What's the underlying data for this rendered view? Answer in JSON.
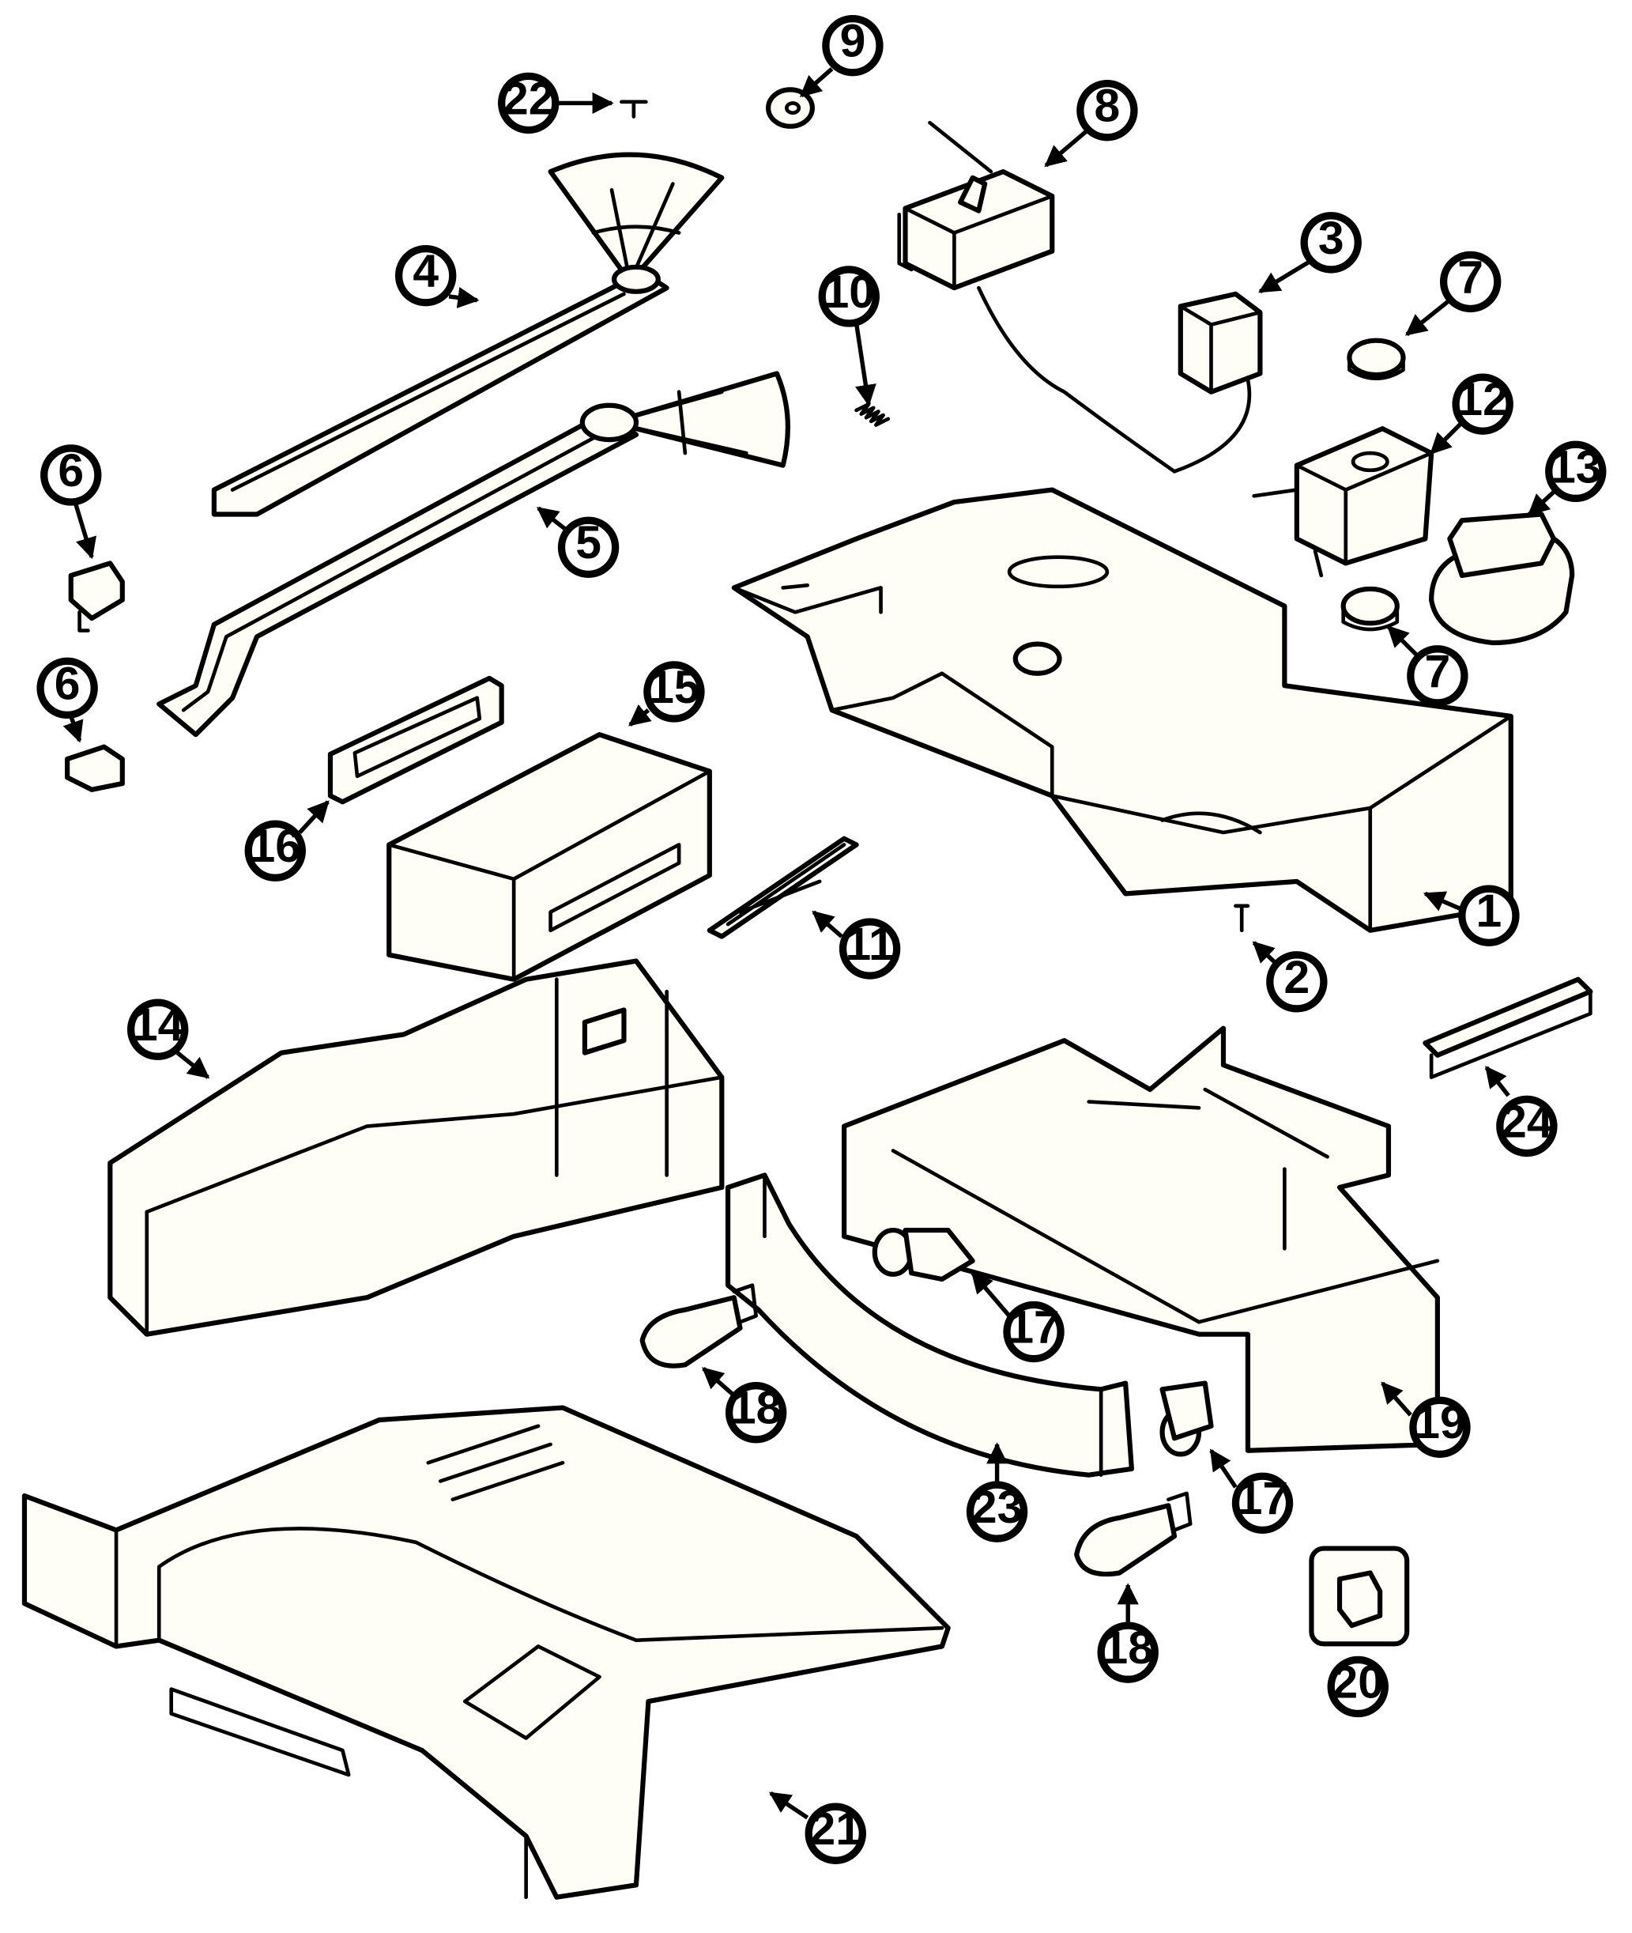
{
  "diagram": {
    "callouts": [
      {
        "id": "c22",
        "label": "22"
      },
      {
        "id": "c9",
        "label": "9"
      },
      {
        "id": "c8",
        "label": "8"
      },
      {
        "id": "c4",
        "label": "4"
      },
      {
        "id": "c10",
        "label": "10"
      },
      {
        "id": "c3",
        "label": "3"
      },
      {
        "id": "c7a",
        "label": "7"
      },
      {
        "id": "c12",
        "label": "12"
      },
      {
        "id": "c13",
        "label": "13"
      },
      {
        "id": "c6a",
        "label": "6"
      },
      {
        "id": "c5",
        "label": "5"
      },
      {
        "id": "c7b",
        "label": "7"
      },
      {
        "id": "c6b",
        "label": "6"
      },
      {
        "id": "c15",
        "label": "15"
      },
      {
        "id": "c16",
        "label": "16"
      },
      {
        "id": "c1",
        "label": "1"
      },
      {
        "id": "c11",
        "label": "11"
      },
      {
        "id": "c2",
        "label": "2"
      },
      {
        "id": "c14",
        "label": "14"
      },
      {
        "id": "c24",
        "label": "24"
      },
      {
        "id": "c17a",
        "label": "17"
      },
      {
        "id": "c18a",
        "label": "18"
      },
      {
        "id": "c19",
        "label": "19"
      },
      {
        "id": "c23",
        "label": "23"
      },
      {
        "id": "c17b",
        "label": "17"
      },
      {
        "id": "c20",
        "label": "20"
      },
      {
        "id": "c18b",
        "label": "18"
      },
      {
        "id": "c21",
        "label": "21"
      }
    ]
  }
}
